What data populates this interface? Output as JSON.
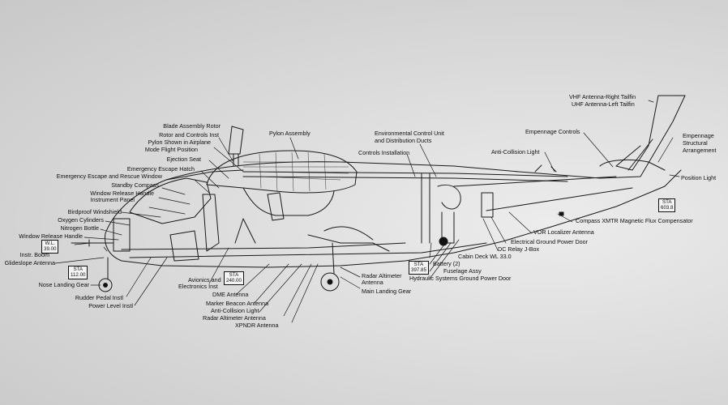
{
  "labels": {
    "blade_assembly_rotor": "Blade Assembly Rotor",
    "rotor_controls": "Rotor and Controls Inst",
    "pylon_shown_1": "Pylon Shown in Airplane",
    "pylon_shown_2": "Mode Flight Position",
    "ejection_seat": "Ejection Seat",
    "emergency_escape_hatch": "Emergency Escape Hatch",
    "emergency_escape_window": "Emergency Escape and Rescue Window",
    "standby_compass": "Standby Compass",
    "window_release_handle": "Window Release Handle",
    "instrument_panel": "Instrument Panel",
    "birdproof_windshield": "Birdproof Windshield",
    "oxygen_cylinders": "Oxygen Cylinders",
    "nitrogen_bottle": "Nitrogen Bottle",
    "window_release_handle_2": "Window Release Handle",
    "instr_boom": "Instr. Boom",
    "glideslope_antenna": "Glideslope Antenna",
    "nose_landing_gear": "Nose Landing Gear",
    "rudder_pedal": "Rudder Pedal Instl",
    "power_level": "Power Level Instl",
    "avionics_1": "Avionics and",
    "avionics_2": "Electronics Inst",
    "dme_antenna": "DME Antenna",
    "marker_beacon": "Marker Beacon Antenna",
    "anti_collision_lower": "Anti-Collision Light",
    "radar_altimeter_lower": "Radar Altimeter Antenna",
    "xpndr_antenna": "XPNDR Antenna",
    "pylon_assembly": "Pylon Assembly",
    "controls_installation": "Controls Installation",
    "ecu_1": "Environmental Control Unit",
    "ecu_2": "and Distribution Ducts",
    "radar_altimeter_1": "Radar Altimeter",
    "radar_altimeter_2": "Antenna",
    "main_landing_gear": "Main Landing Gear",
    "cabin_deck": "Cabin Deck WL 33.0",
    "battery": "Battery (2)",
    "fuselage_assy": "Fuselage Assy",
    "hydraulic_door": "Hydraulic Systems Ground Power Door",
    "dc_relay": "DC Relay J-Box",
    "electrical_door": "Electrical Ground Power Door",
    "vor_antenna": "VOR Localizer Antenna",
    "compass_xmtr": "Compass XMTR Magnetic Flux Compensator",
    "empennage_controls": "Empennage Controls",
    "anti_collision_upper": "Anti-Collision Light",
    "vhf_antenna": "VHF Antenna-Right Tailfin",
    "uhf_antenna": "UHF Antenna-Left Tailfin",
    "empennage_struct_1": "Empennage",
    "empennage_struct_2": "Structural",
    "empennage_struct_3": "Arrangement",
    "position_light": "Position Light"
  },
  "stations": {
    "wl_39_1": "W.L.",
    "wl_39_2": "39.00",
    "sta_112_1": "STA",
    "sta_112_2": "112.00",
    "sta_240_1": "STA",
    "sta_240_2": "240.00",
    "sta_397_1": "STA",
    "sta_397_2": "397.85",
    "sta_603_1": "STA",
    "sta_603_2": "603.8"
  }
}
